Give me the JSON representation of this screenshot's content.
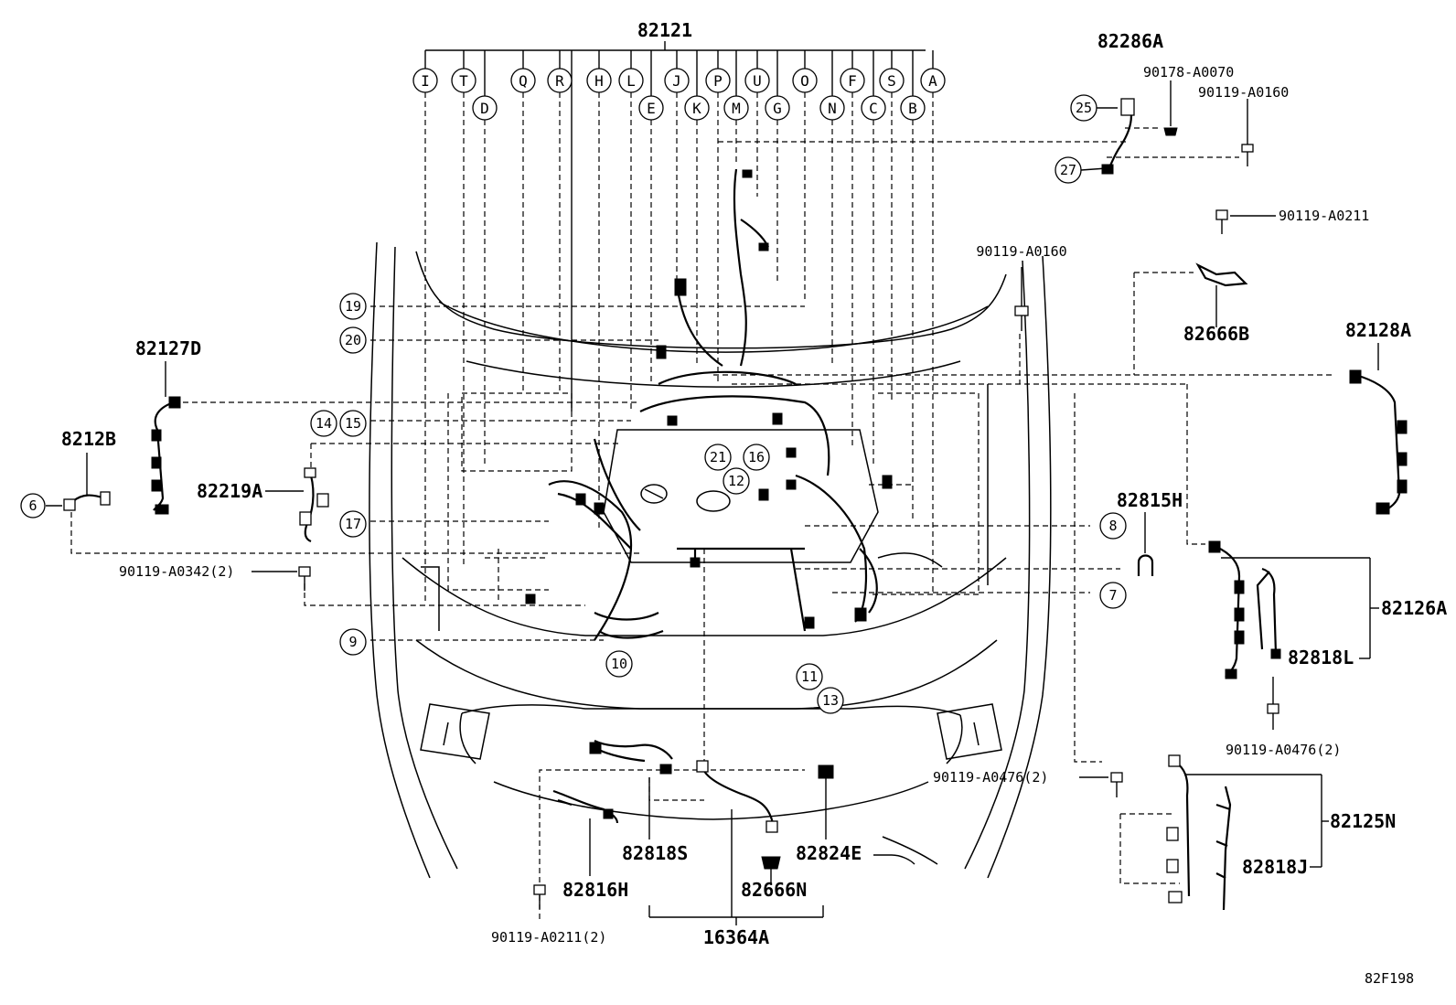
{
  "main_harness": "82121",
  "connector_letters_row1": [
    "I",
    "T",
    "Q",
    "R",
    "H",
    "L",
    "J",
    "P",
    "U",
    "O",
    "F",
    "S",
    "A"
  ],
  "connector_letters_row2": [
    "D",
    "E",
    "K",
    "M",
    "G",
    "N",
    "C",
    "B"
  ],
  "callouts": {
    "c6": "6",
    "c7": "7",
    "c8": "8",
    "c9": "9",
    "c10": "10",
    "c11": "11",
    "c12": "12",
    "c13": "13",
    "c14": "14",
    "c15": "15",
    "c16": "16",
    "c17": "17",
    "c19": "19",
    "c20": "20",
    "c21": "21",
    "c25": "25",
    "c27": "27"
  },
  "parts": {
    "p82286A": "82286A",
    "p90178A0070": "90178-A0070",
    "p90119A0160_top": "90119-A0160",
    "p90119A0211": "90119-A0211",
    "p82666B": "82666B",
    "p90119A0160_mid": "90119-A0160",
    "p82128A": "82128A",
    "p82127D": "82127D",
    "p8212B": "8212B",
    "p82219A": "82219A",
    "p90119A0342": "90119-A0342(2)",
    "p82815H": "82815H",
    "p82126A": "82126A",
    "p82818L": "82818L",
    "p90119A0476_r": "90119-A0476(2)",
    "p90119A0476_c": "90119-A0476(2)",
    "p82125N": "82125N",
    "p82818J": "82818J",
    "p82818S": "82818S",
    "p82824E": "82824E",
    "p82816H": "82816H",
    "p82666N": "82666N",
    "p90119A0211_2": "90119-A0211(2)",
    "p16364A": "16364A"
  },
  "figure_code": "82F198"
}
